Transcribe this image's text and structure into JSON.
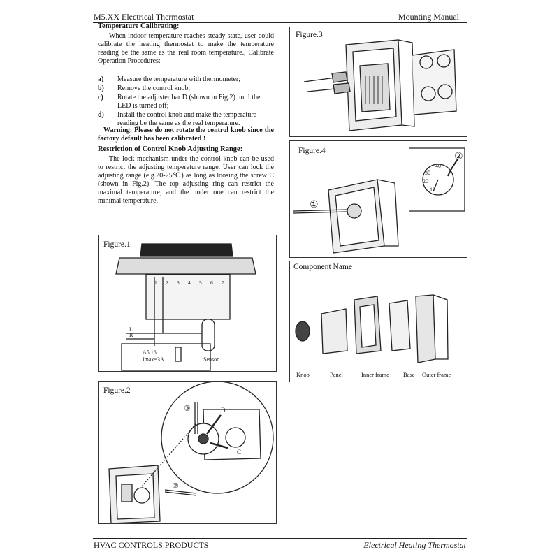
{
  "header": {
    "left": "M5.XX Electrical Thermostat",
    "right": "Mounting Manual"
  },
  "footer": {
    "left": "HVAC CONTROLS PRODUCTS",
    "right": "Electrical Heating Thermostat"
  },
  "calibrating": {
    "title": "Temperature Calibrating:",
    "intro": "When indoor temperature reaches steady state, user could calibrate the heating thermostat to make the temperature reading be the same as the real room temperature., Calibrate Operation Procedures:",
    "steps": [
      {
        "label": "a)",
        "text": "Measure the temperature with thermometer;"
      },
      {
        "label": "b)",
        "text": "Remove the control knob;"
      },
      {
        "label": "c)",
        "text": "Rotate the adjuster bar D (shown in Fig.2) until the LED is turned off;"
      },
      {
        "label": "d)",
        "text": "Install the control knob and make the temperature reading be the same as the real temperature."
      }
    ],
    "warning": "Warning: Please do not rotate the control knob since the factory default has been calibrated !"
  },
  "restriction": {
    "title": "Restriction of Control Knob Adjusting Range:",
    "body": "The lock mechanism under the control knob can be used to restrict the adjusting temperature range. User can lock the adjusting range (e.g.20-25℃) as long as loosing the screw C (shown in Fig.2). The top adjusting ring can restrict the maximal temperature, and the under one can restrict the minimal temperature."
  },
  "figure1": {
    "caption": "Figure.1",
    "terminals": [
      "1",
      "2",
      "3",
      "4",
      "5",
      "6",
      "7"
    ],
    "label_L": "L",
    "label_R": "R",
    "fuse_line1": "A5.16",
    "fuse_line2": "Imax=3A",
    "sensor": "Sensor"
  },
  "figure2": {
    "caption": "Figure.2",
    "label_D": "D",
    "label_C": "C",
    "marker_3": "③",
    "marker_2": "②"
  },
  "figure3": {
    "caption": "Figure.3"
  },
  "figure4": {
    "caption": "Figure.4",
    "marker_1": "①",
    "marker_2": "②",
    "scale": [
      "40",
      "30",
      "20",
      "10"
    ]
  },
  "components": {
    "caption": "Component  Name",
    "names": [
      "Knob",
      "Panel",
      "Inner frame",
      "Base",
      "Outer frame"
    ]
  }
}
